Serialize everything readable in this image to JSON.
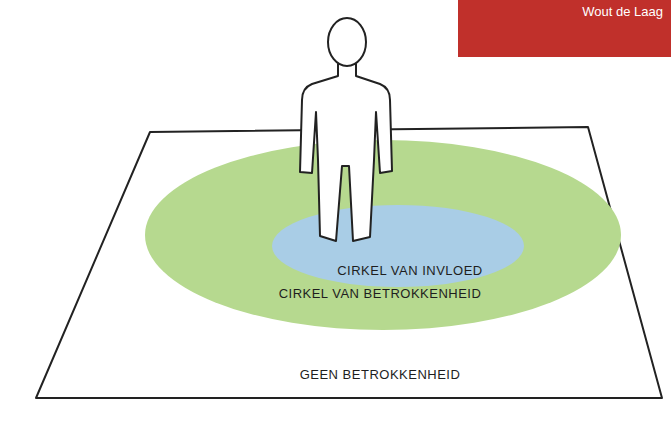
{
  "diagram": {
    "nodes": [
      {
        "text": [
          "GEEN BETROKKENHEID"
        ]
      },
      {
        "text": [
          "CIRKEL VAN BETROKKENHEID"
        ],
        "in": 0
      },
      {
        "text": [
          "CIRKEL VAN INVLOED"
        ],
        "in": 1
      }
    ],
    "labels": [
      "Wout de Laag"
    ]
  }
}
